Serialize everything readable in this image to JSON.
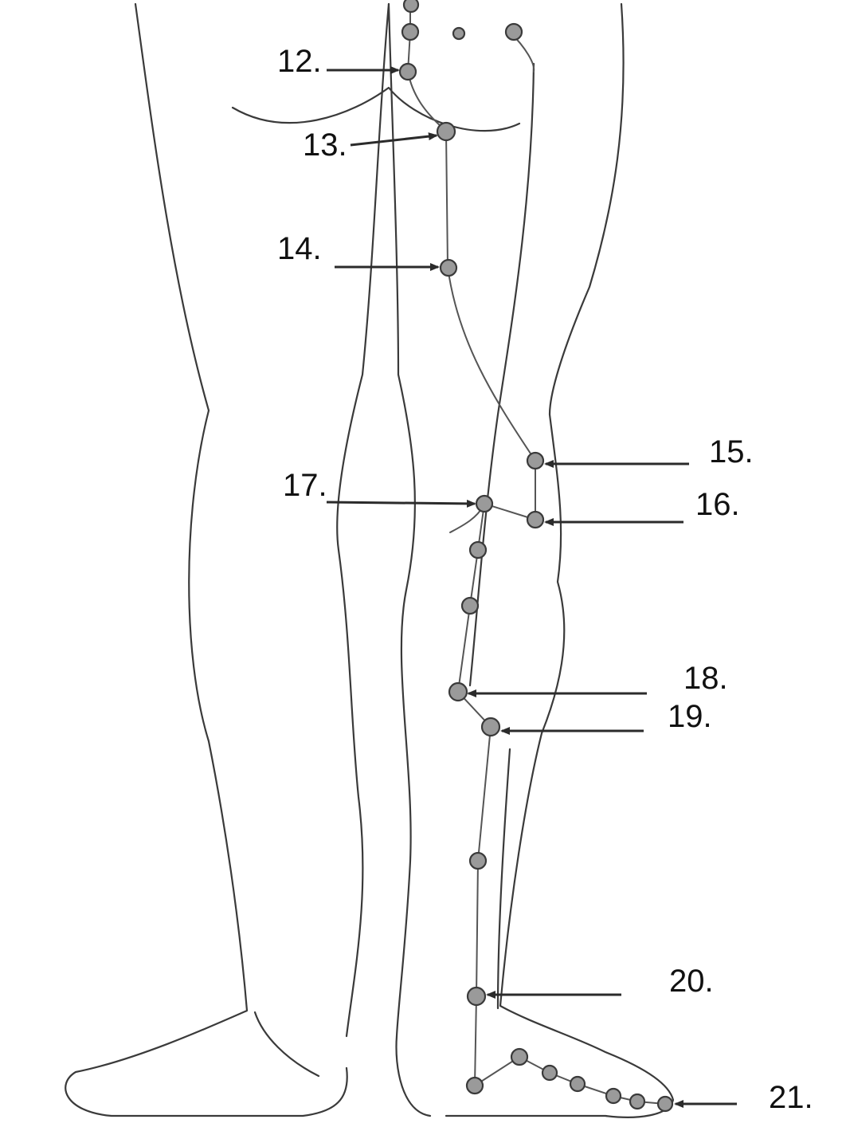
{
  "labels": {
    "p12": "12.",
    "p13": "13.",
    "p14": "14.",
    "p15": "15.",
    "p16": "16.",
    "p17": "17.",
    "p18": "18.",
    "p19": "19.",
    "p20": "20.",
    "p21": "21."
  },
  "colors": {
    "outline": "#3a3a3a",
    "point_fill": "#9a9a9a",
    "arrow": "#2b2b2b"
  }
}
